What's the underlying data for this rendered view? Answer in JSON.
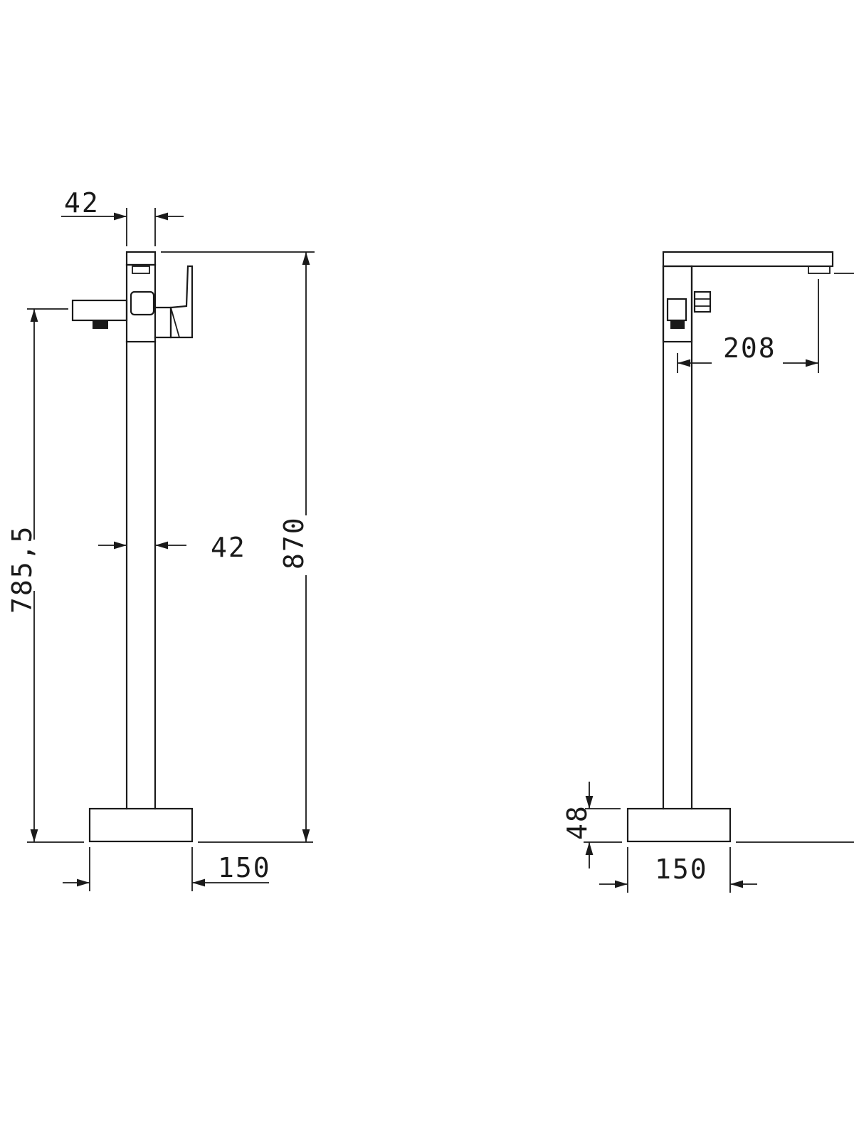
{
  "colors": {
    "line": "#1a1a1a",
    "background": "#ffffff"
  },
  "front_view": {
    "spout_top_width": "42",
    "column_width": "42",
    "spout_height": "785,5",
    "total_height": "870",
    "base_width": "150"
  },
  "side_view": {
    "spout_projection": "208",
    "base_height": "48",
    "base_width": "150"
  }
}
